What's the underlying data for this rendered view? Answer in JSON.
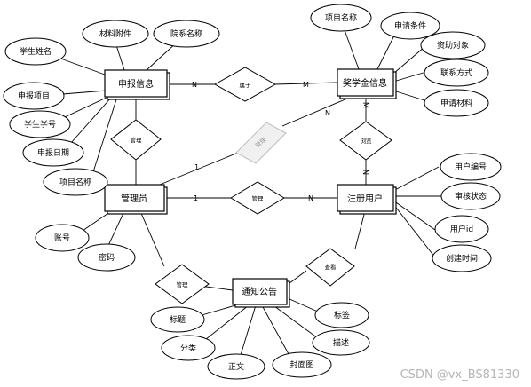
{
  "entities": {
    "apply": "申报信息",
    "scholarship": "奖学金信息",
    "admin": "管理员",
    "user": "注册用户",
    "notice": "通知公告"
  },
  "relationships": {
    "belongs": "属于",
    "manage_apply": "管理",
    "manage_scholar": "管理",
    "browse": "浏览",
    "manage_user": "管理",
    "manage_notice": "管理",
    "view": "查看"
  },
  "attributes": {
    "apply": [
      "学生姓名",
      "材料附件",
      "院系名称",
      "申报项目",
      "学生学号",
      "申报日期",
      "项目名称"
    ],
    "scholarship": [
      "项目名称",
      "申请条件",
      "资助对象",
      "联系方式",
      "申请材料"
    ],
    "admin": [
      "账号",
      "密码"
    ],
    "user": [
      "用户编号",
      "审核状态",
      "用户id",
      "创建时间"
    ],
    "notice": [
      "标题",
      "分类",
      "正文",
      "封面图",
      "描述",
      "标签"
    ]
  },
  "cardinalities": {
    "apply_belongs": "N",
    "belongs_scholar": "M",
    "scholar_browse": "M",
    "browse_user": "N",
    "admin_mgr_scholar": "1",
    "mgr_scholar_end": "N",
    "admin_user": "1",
    "user_end": "N"
  },
  "watermark": "CSDN @vx_BS81330"
}
